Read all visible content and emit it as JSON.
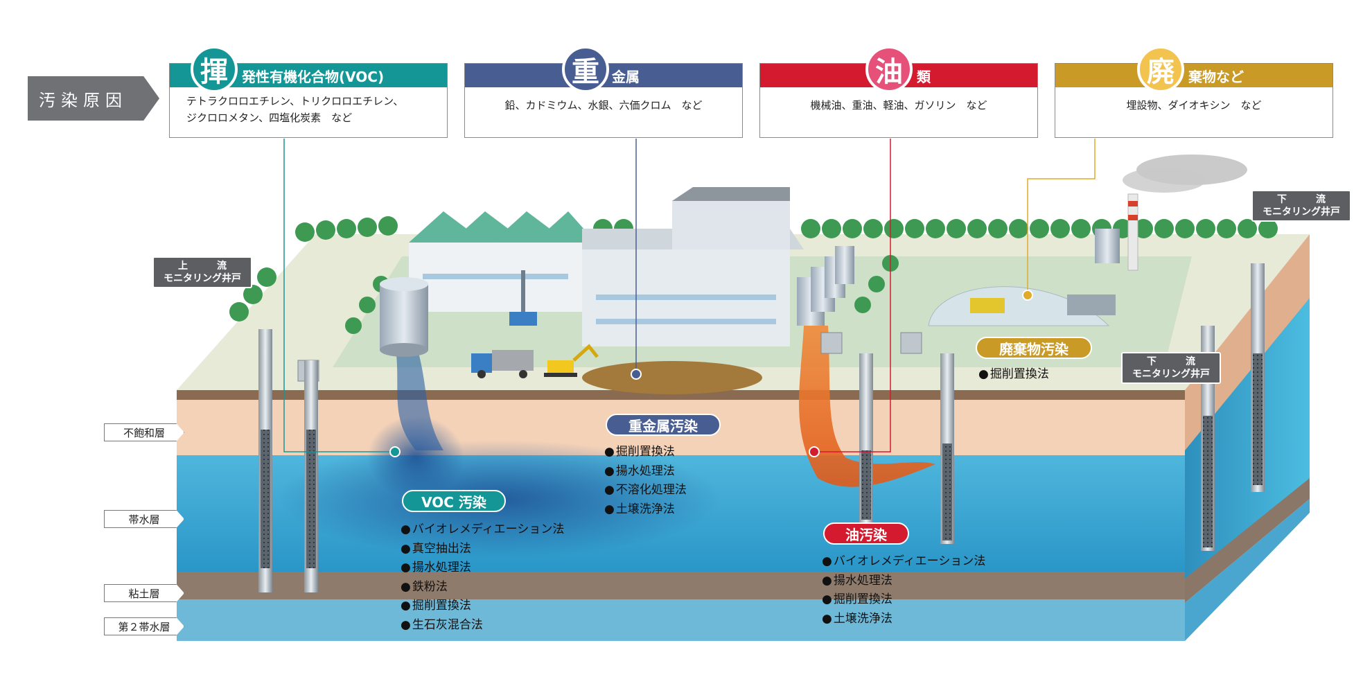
{
  "header": {
    "cause_label": "汚染原因"
  },
  "categories": [
    {
      "badge": "揮",
      "title": "発性有機化合物(VOC)",
      "color": "#149696",
      "lines": [
        "テトラクロロエチレン、トリクロロエチレン、",
        "ジクロロメタン、四塩化炭素　など"
      ]
    },
    {
      "badge": "重",
      "title": "金属",
      "color": "#485e92",
      "lines": [
        "鉛、カドミウム、水銀、六価クロム　など"
      ]
    },
    {
      "badge": "油",
      "title": "類",
      "color": "#d41a2e",
      "lines": [
        "機械油、重油、軽油、ガソリン　など"
      ]
    },
    {
      "badge": "廃",
      "title": "棄物など",
      "color": "#c99a26",
      "lines": [
        "埋設物、ダイオキシン　など"
      ]
    }
  ],
  "layers": [
    "不飽和層",
    "帯水層",
    "粘土層",
    "第２帯水層"
  ],
  "wells": {
    "upstream": [
      "上　流",
      "モニタリング井戸"
    ],
    "downstream_a": [
      "下　流",
      "モニタリング井戸"
    ],
    "downstream_b": [
      "下　流",
      "モニタリング井戸"
    ]
  },
  "pollution": {
    "voc": {
      "title": "VOC 汚染",
      "color": "#149696",
      "methods": [
        "バイオレメディエーション法",
        "真空抽出法",
        "揚水処理法",
        "鉄粉法",
        "掘削置換法",
        "生石灰混合法"
      ]
    },
    "heavy_metal": {
      "title": "重金属汚染",
      "color": "#485e92",
      "methods": [
        "掘削置換法",
        "揚水処理法",
        "不溶化処理法",
        "土壌洗浄法"
      ]
    },
    "oil": {
      "title": "油汚染",
      "color": "#d41a2e",
      "methods": [
        "バイオレメディエーション法",
        "揚水処理法",
        "掘削置換法",
        "土壌洗浄法"
      ]
    },
    "waste": {
      "title": "廃棄物汚染",
      "color": "#c99a26",
      "methods": [
        "掘削置換法"
      ]
    }
  }
}
